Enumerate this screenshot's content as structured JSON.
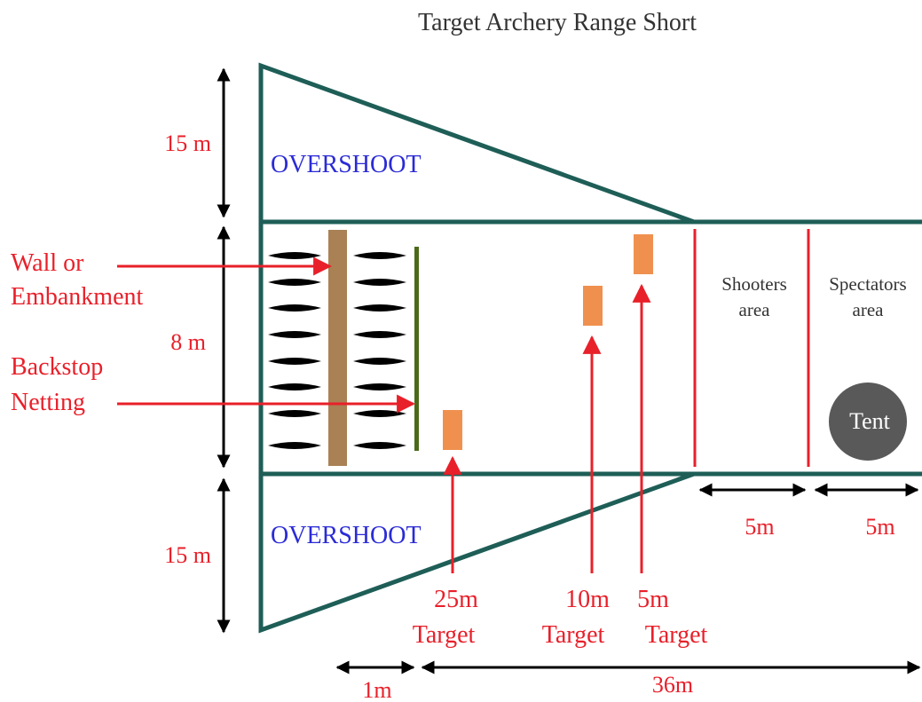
{
  "title": "Target Archery Range Short",
  "zones": {
    "overshoot_top": "OVERSHOOT",
    "overshoot_bottom": "OVERSHOOT",
    "shooters_line1": "Shooters",
    "shooters_line2": "area",
    "spectators_line1": "Spectators",
    "spectators_line2": "area",
    "tent": "Tent"
  },
  "labels": {
    "wall_line1": "Wall or",
    "wall_line2": "Embankment",
    "backstop_line1": "Backstop",
    "backstop_line2": "Netting"
  },
  "dimensions": {
    "top_overshoot": "15 m",
    "range_width": "8 m",
    "bottom_overshoot": "15 m",
    "shooters_depth": "5m",
    "spectators_depth": "5m",
    "gap": "1m",
    "range_length": "36m"
  },
  "targets": [
    {
      "distance": "25m",
      "word": "Target"
    },
    {
      "distance": "10m",
      "word": "Target"
    },
    {
      "distance": "5m",
      "word": "Target"
    }
  ],
  "colors": {
    "boundary": "#1e5e57",
    "overshoot_text": "#2b2bd6",
    "red": "#e8202a",
    "target": "#f0904f",
    "wall": "#a98154",
    "netting": "#4a6a1a",
    "tent": "#595959",
    "dimension": "#000000"
  },
  "icons": {
    "arrow_pointer": "arrow-right-icon",
    "double_arrow": "double-headed-arrow-icon",
    "tent": "tent-circle-icon",
    "spike": "arrow-spike-icon"
  }
}
